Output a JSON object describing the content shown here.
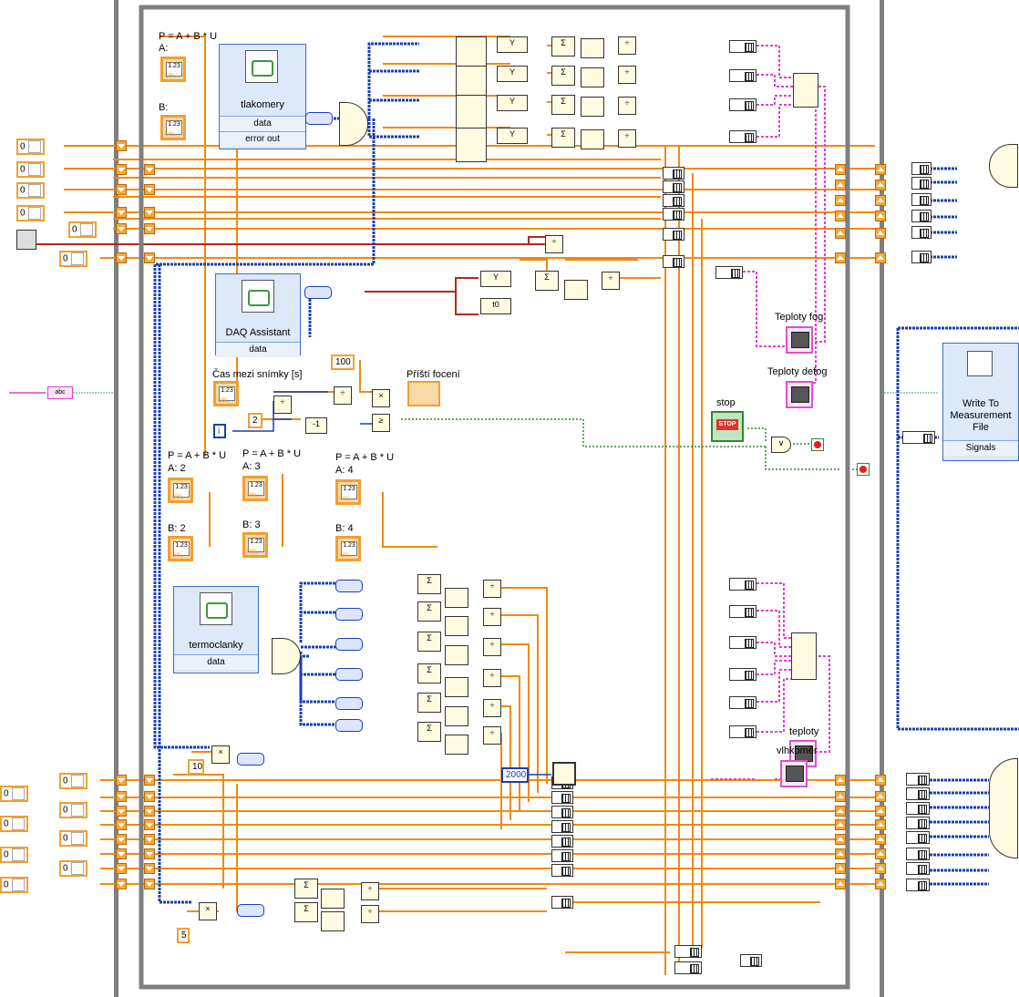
{
  "express_vis": {
    "tlakomery": {
      "name": "tlakomery",
      "term1": "data",
      "term2": "error out"
    },
    "daq": {
      "name": "DAQ Assistant",
      "term1": "data"
    },
    "termoclanky": {
      "name": "termoclanky",
      "term1": "data"
    }
  },
  "labels": {
    "formula": "P = A + B * U",
    "a1": "A:",
    "b1": "B:",
    "a2": "A: 2",
    "b2": "B: 2",
    "a3": "A: 3",
    "b3": "B: 3",
    "a4": "A: 4",
    "b4": "B: 4",
    "cas": "Čas mezi snímky [s]",
    "pristi": "Příští focení",
    "stop": "stop",
    "teploty_fog": "Teploty fog",
    "teploty_defog": "Teploty defog",
    "teploty": "teploty",
    "vlhkomer": "vlhkoměr"
  },
  "constants": {
    "c100": "100",
    "c10": "10",
    "c5": "5",
    "c2000": "2000",
    "c2": "2",
    "iter": "i",
    "zero": "0"
  },
  "write_to_file": {
    "name": "Write To Measurement File",
    "term": "Signals"
  },
  "ctrl_text": {
    "num": "1.23",
    "dbl": "DBL"
  },
  "glyphs": {
    "y": "Y",
    "t0": "t0",
    "sum": "Σ",
    "div": "÷",
    "mul": "×",
    "ge": "≥",
    "or": "∨",
    "neg": "-1"
  }
}
